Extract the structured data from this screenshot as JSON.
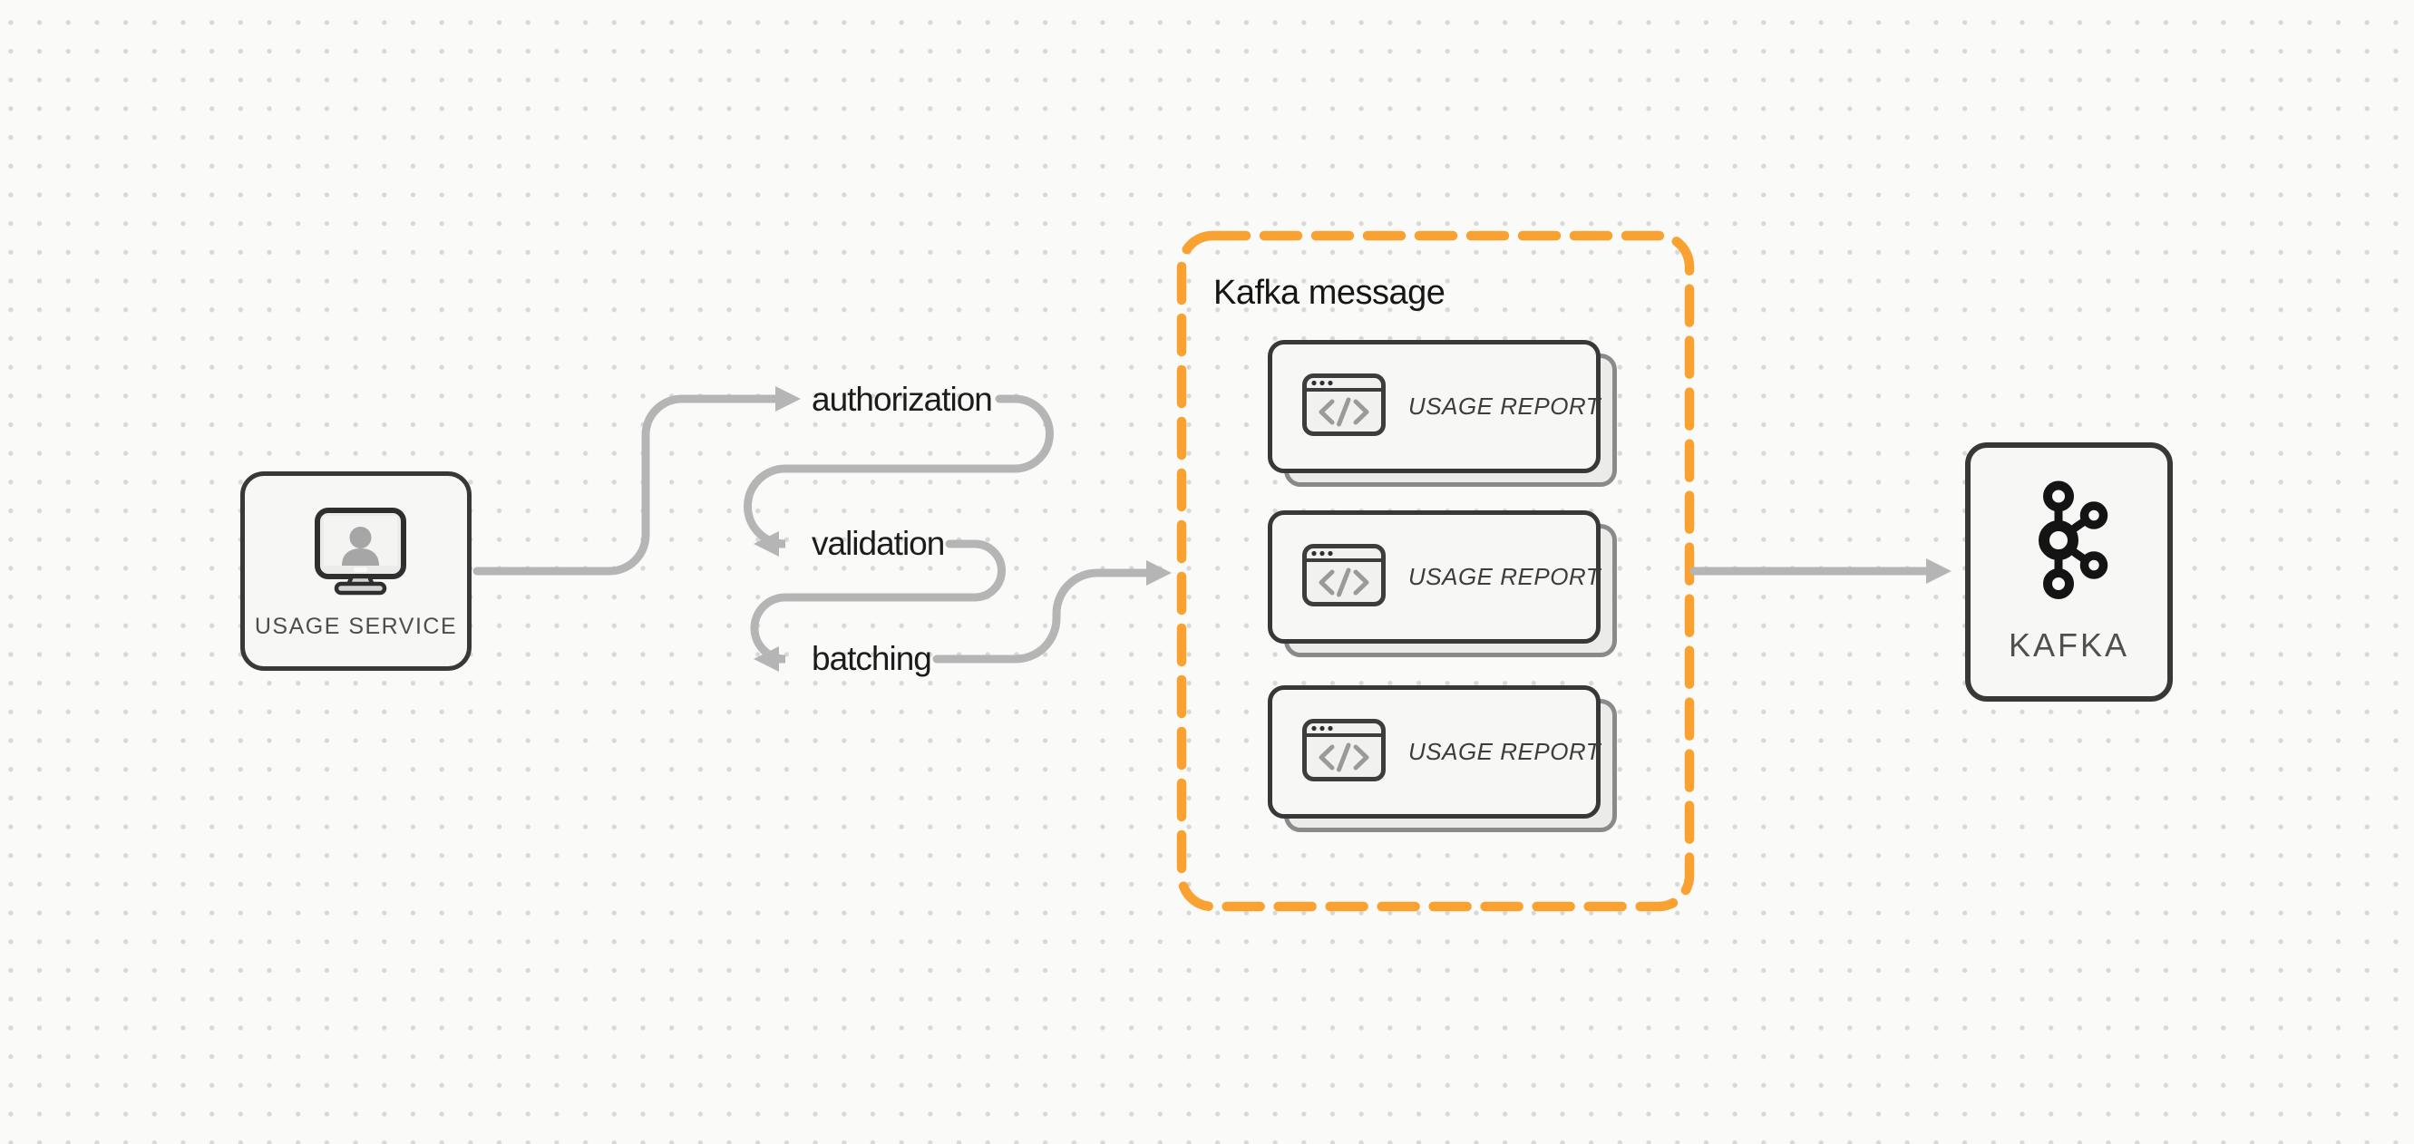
{
  "diagram": {
    "nodes": {
      "usage_service": {
        "label": "USAGE SERVICE",
        "icon": "monitor-user-icon"
      },
      "kafka": {
        "label": "KAFKA",
        "icon": "kafka-logo-icon"
      }
    },
    "steps": [
      {
        "label": "authorization"
      },
      {
        "label": "validation"
      },
      {
        "label": "batching"
      }
    ],
    "kafka_message_group": {
      "title": "Kafka message",
      "cards": [
        {
          "label": "USAGE REPORT",
          "icon": "browser-code-icon"
        },
        {
          "label": "USAGE REPORT",
          "icon": "browser-code-icon"
        },
        {
          "label": "USAGE REPORT",
          "icon": "browser-code-icon"
        }
      ]
    },
    "colors": {
      "background": "#FAFAF8",
      "dot_grid": "#D8D8D6",
      "accent_orange": "#F9A232",
      "arrow_gray": "#B5B5B5",
      "node_border": "#383838",
      "node_fill": "#F7F7F5",
      "card_shadow_border": "#8A8A8A",
      "card_shadow_fill": "#EBEBE9",
      "label_text": "#1C1C1C",
      "muted_text": "#4D4D4D"
    }
  }
}
